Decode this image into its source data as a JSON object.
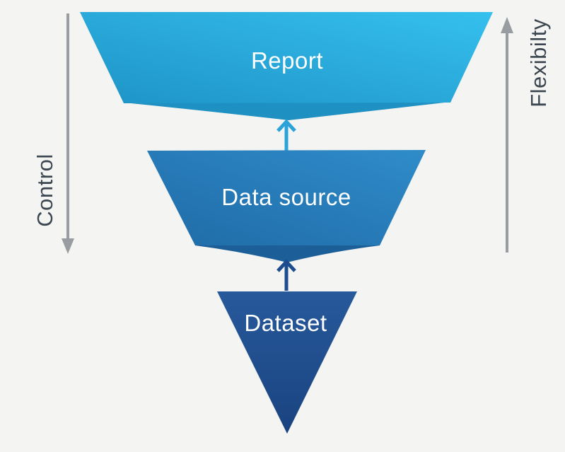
{
  "diagram_title": "Report, Data source, Dataset funnel",
  "funnel": {
    "levels": [
      {
        "label": "Report"
      },
      {
        "label": "Data source"
      },
      {
        "label": "Dataset"
      }
    ]
  },
  "axes": {
    "left": {
      "label": "Control",
      "direction": "down"
    },
    "right": {
      "label": "Flexibilty",
      "direction": "up"
    }
  },
  "icons": {
    "connector_1": "up-chevron-arrow",
    "connector_2": "up-chevron-arrow",
    "left_axis": "down-arrow",
    "right_axis": "up-arrow"
  },
  "colors": {
    "background": "#f4f4f2",
    "report_light": "#35c0ee",
    "report_dark": "#1e93c6",
    "report_fold": "#1f90c2",
    "datasource_light": "#2f8cc9",
    "datasource_dark": "#1f6ba7",
    "datasource_fold": "#1c5f98",
    "dataset_light": "#27599b",
    "dataset_dark": "#1a4380",
    "arrow_teal": "#2ba3d9",
    "arrow_navy": "#1d4d8e",
    "axis_gray": "#989da1",
    "label_text": "#ffffff",
    "axis_text": "#3c4650"
  }
}
